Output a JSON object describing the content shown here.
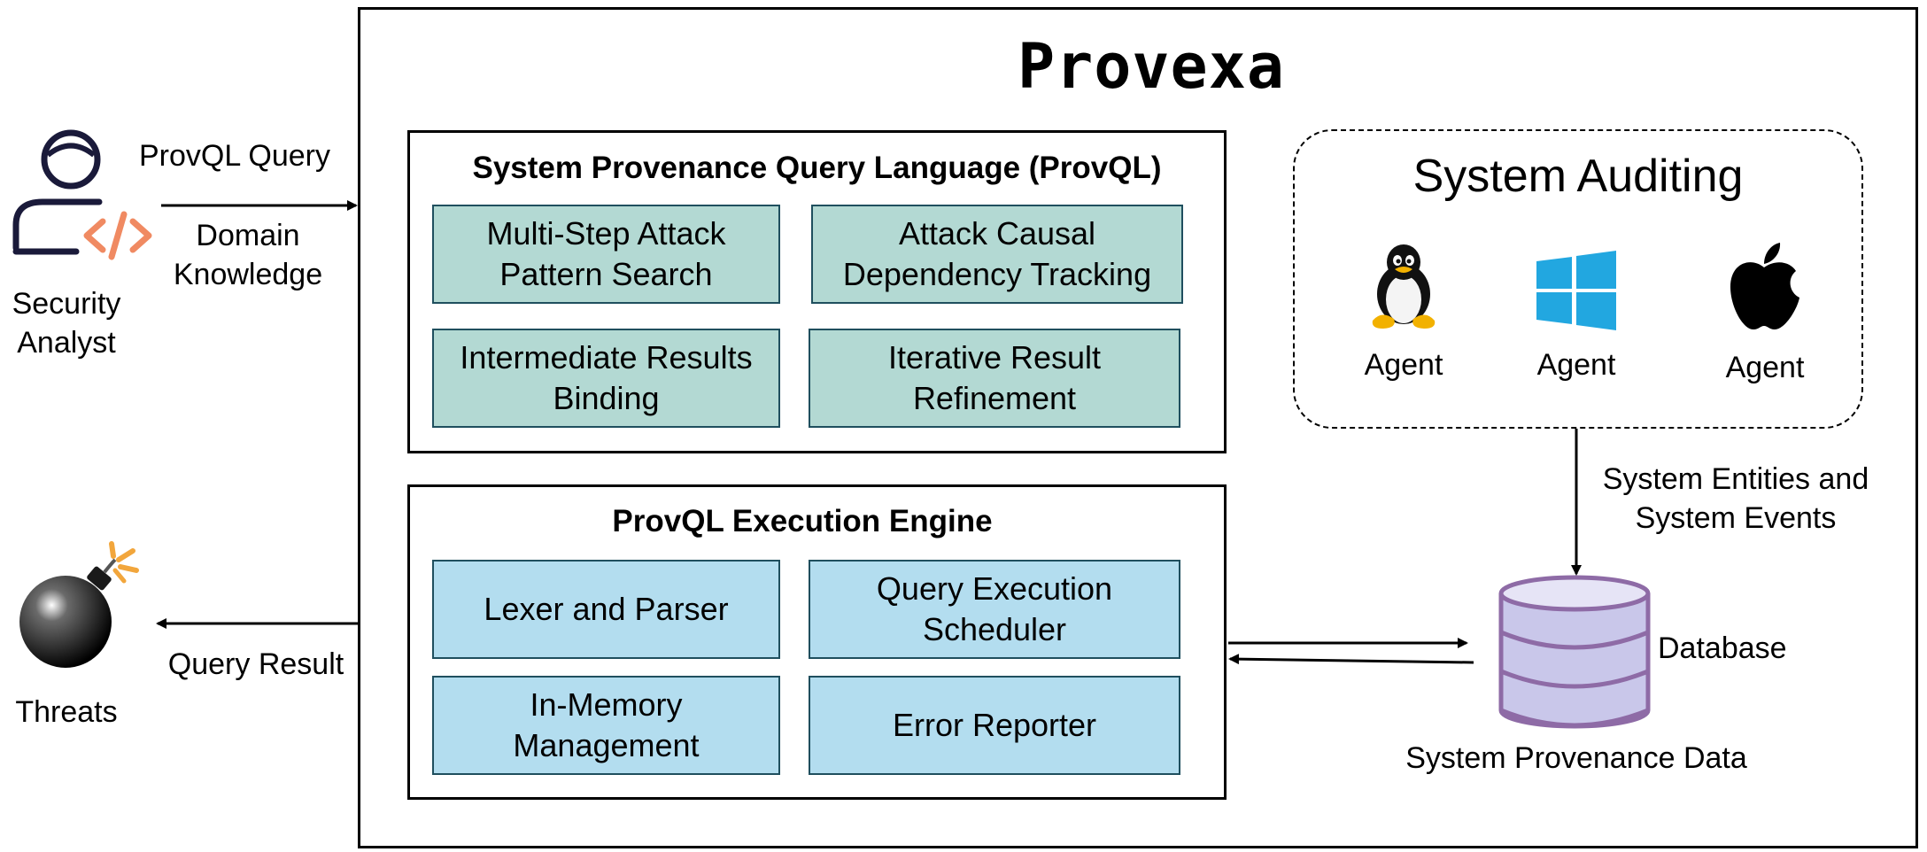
{
  "title": "Provexa",
  "query_language": {
    "title": "System Provenance Query Language (ProvQL)",
    "modules": [
      {
        "line1": "Multi-Step Attack",
        "line2": "Pattern Search"
      },
      {
        "line1": "Attack Causal",
        "line2": "Dependency Tracking"
      },
      {
        "line1": "Intermediate Results",
        "line2": "Binding"
      },
      {
        "line1": "Iterative Result",
        "line2": "Refinement"
      }
    ]
  },
  "execution_engine": {
    "title": "ProvQL Execution Engine",
    "modules": [
      {
        "line1": "Lexer and Parser",
        "line2": ""
      },
      {
        "line1": "Query Execution",
        "line2": "Scheduler"
      },
      {
        "line1": "In-Memory",
        "line2": "Management"
      },
      {
        "line1": "Error Reporter",
        "line2": ""
      }
    ]
  },
  "auditing": {
    "title": "System Auditing",
    "agents": [
      {
        "icon": "linux-penguin-icon",
        "label": "Agent"
      },
      {
        "icon": "windows-logo-icon",
        "label": "Agent"
      },
      {
        "icon": "apple-logo-icon",
        "label": "Agent"
      }
    ]
  },
  "analyst": {
    "line1": "Security",
    "line2": "Analyst"
  },
  "threats": {
    "label": "Threats"
  },
  "edges": {
    "query": "ProvQL Query",
    "knowledge_line1": "Domain",
    "knowledge_line2": "Knowledge",
    "result": "Query Result",
    "entities_line1": "System Entities and",
    "entities_line2": "System Events"
  },
  "database": {
    "label": "Database",
    "caption": "System Provenance Data"
  },
  "colors": {
    "teal_module": "#b3d9d3",
    "blue_module": "#b3ddef",
    "module_border": "#1f4f5e",
    "database": "#c9c7ea",
    "database_stroke": "#8e6ba6",
    "analyst_code": "#f08a62",
    "analyst_figure": "#1a1a3a",
    "fuse_spark": "#f2a63c"
  }
}
